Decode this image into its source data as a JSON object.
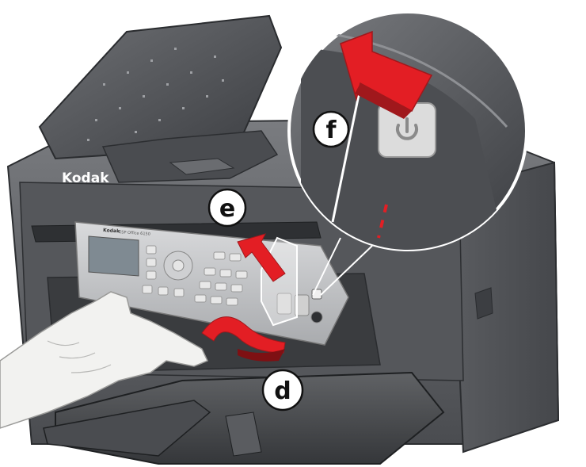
{
  "brand": {
    "logo_text": "Kodak",
    "panel_logo_text": "Kodak",
    "model_text": "ESP Office 6150"
  },
  "callouts": {
    "d": "d",
    "e": "e",
    "f": "f"
  },
  "icons": {
    "power": "power-icon",
    "wifi": "wifi-icon"
  },
  "colors": {
    "printer_body": "#5f6164",
    "printer_dark": "#3a3c3f",
    "arrow_red": "#e31e24",
    "arrow_dark_red": "#a0181c",
    "glove": "#f2f2f0"
  }
}
